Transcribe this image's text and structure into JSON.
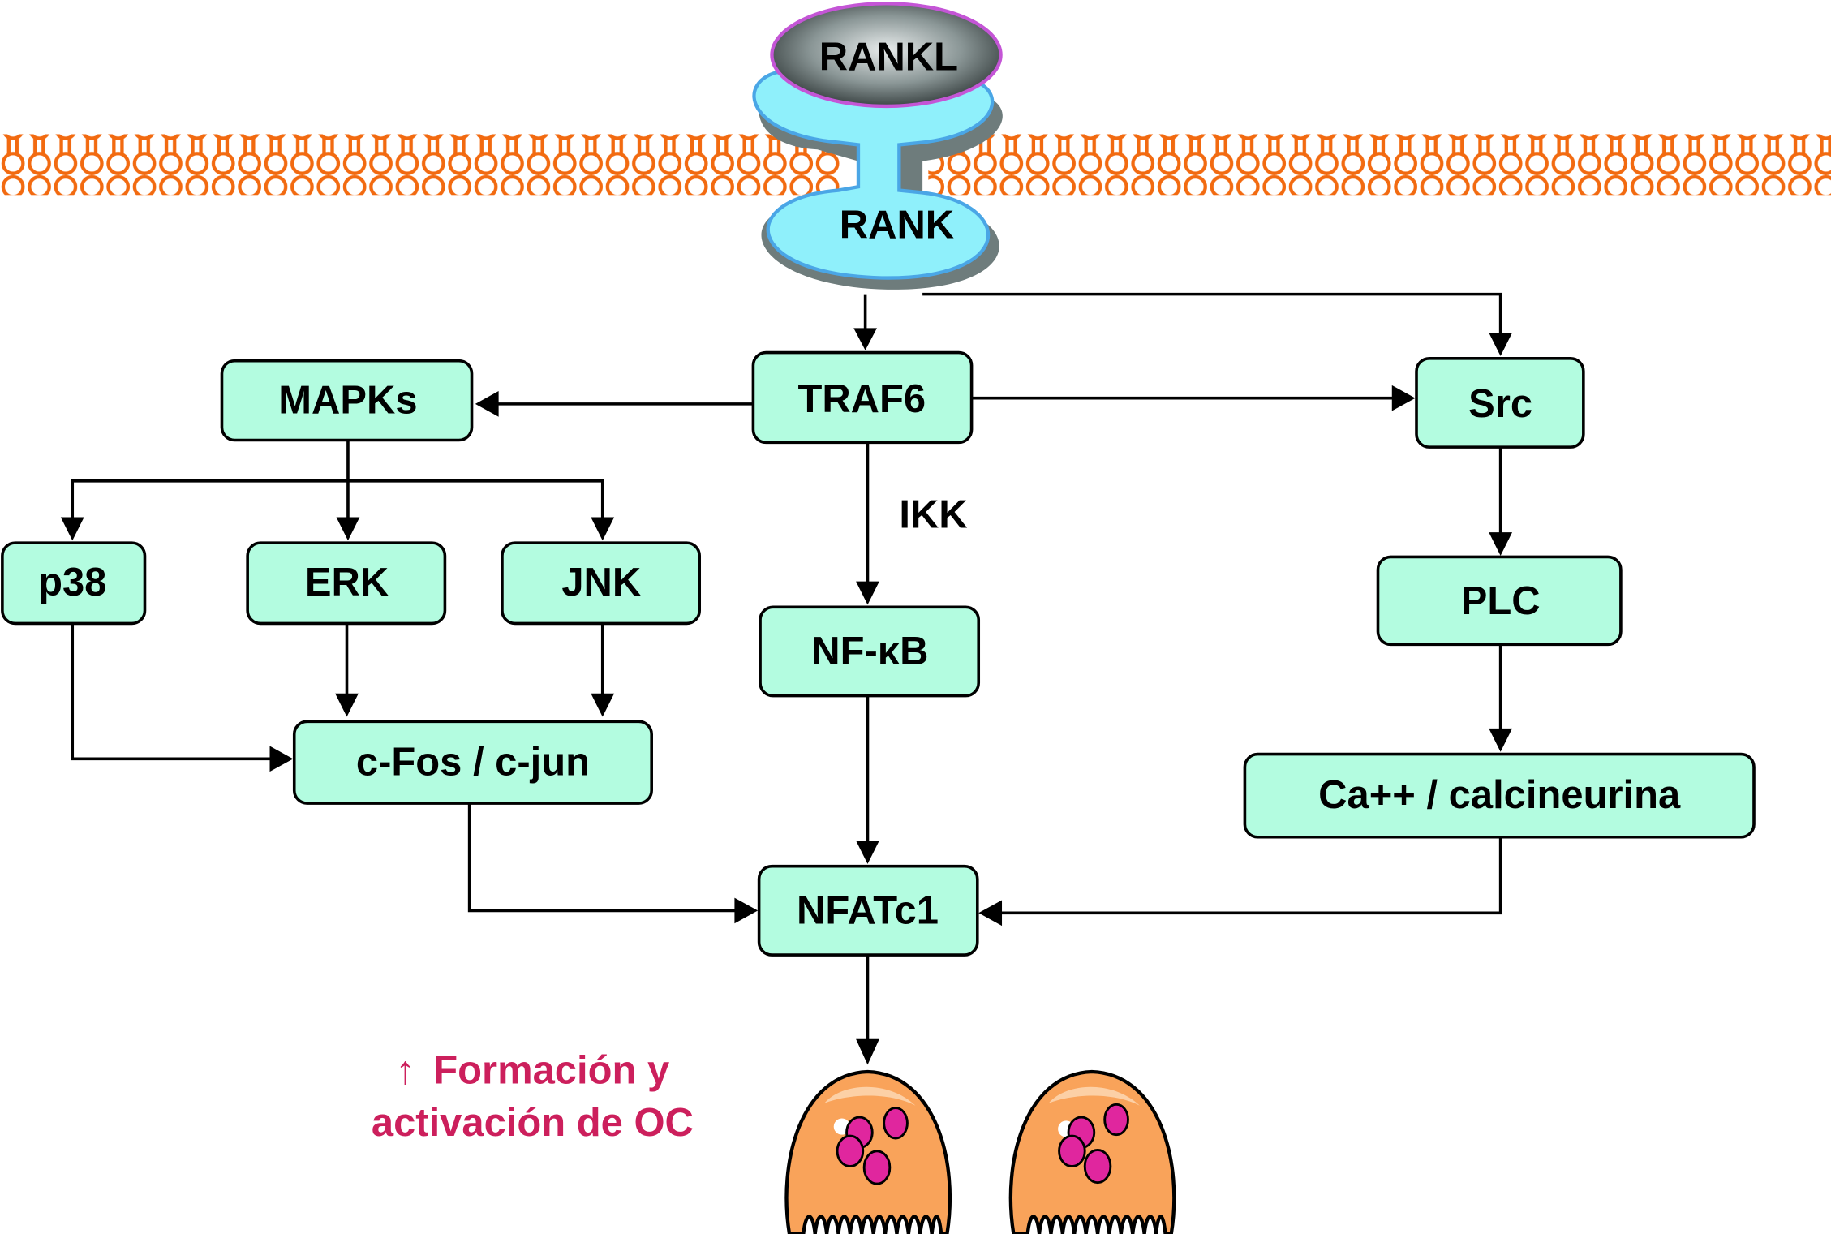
{
  "diagram": {
    "title": "RANKL/RANK signaling pathway",
    "colors": {
      "node_fill": "#b3fce0",
      "membrane": "#f26a10",
      "rank_fill": "#8ff0fb",
      "rank_stroke": "#4aa6e6",
      "rankl_stroke": "#c455d6",
      "outcome_text": "#cc1f5c",
      "osteoclast_fill": "#f9a35a",
      "nucleus_fill": "#e0269e"
    },
    "ligand": {
      "label": "RANKL"
    },
    "receptor": {
      "label": "RANK"
    },
    "nodes": {
      "traf6": "TRAF6",
      "mapks": "MAPKs",
      "src": "Src",
      "p38": "p38",
      "erk": "ERK",
      "jnk": "JNK",
      "nfkb": "NF-κB",
      "plc": "PLC",
      "cfos_cjun": "c-Fos / c-jun",
      "ca_calcineurin": "Ca++ / calcineurina",
      "nfatc1": "NFATc1"
    },
    "edge_labels": {
      "ikk": "IKK"
    },
    "edges": [
      [
        "RANK",
        "TRAF6"
      ],
      [
        "RANK",
        "Src"
      ],
      [
        "TRAF6",
        "MAPKs"
      ],
      [
        "TRAF6",
        "Src"
      ],
      [
        "MAPKs",
        "p38"
      ],
      [
        "MAPKs",
        "ERK"
      ],
      [
        "MAPKs",
        "JNK"
      ],
      [
        "TRAF6",
        "NF-κB"
      ],
      [
        "Src",
        "PLC"
      ],
      [
        "PLC",
        "Ca++ / calcineurina"
      ],
      [
        "p38",
        "c-Fos / c-jun"
      ],
      [
        "ERK",
        "c-Fos / c-jun"
      ],
      [
        "JNK",
        "c-Fos / c-jun"
      ],
      [
        "c-Fos / c-jun",
        "NFATc1"
      ],
      [
        "NF-κB",
        "NFATc1"
      ],
      [
        "Ca++ / calcineurina",
        "NFATc1"
      ],
      [
        "NFATc1",
        "Osteoclasts"
      ]
    ],
    "outcome": {
      "arrow": "↑",
      "line1": "Formación y",
      "line2": "activación de OC"
    },
    "osteoclast_count": 2
  }
}
